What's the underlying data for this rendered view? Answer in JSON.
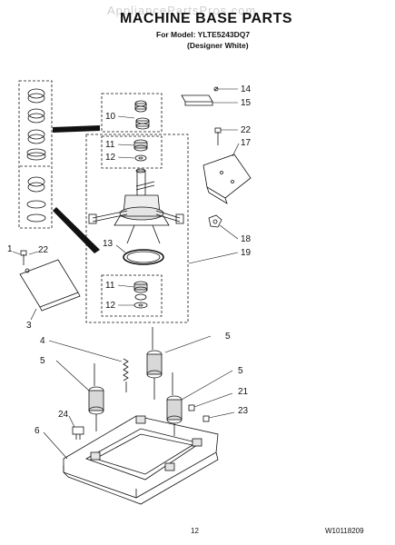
{
  "header": {
    "watermark": "AppliancePartsPros.com",
    "title": "MACHINE BASE PARTS",
    "model_line": "For Model: YLTE5243DQ7",
    "variant_line": "(Designer White)"
  },
  "callouts": [
    {
      "id": "callout-1",
      "label": "1"
    },
    {
      "id": "callout-22a",
      "label": "22"
    },
    {
      "id": "callout-3",
      "label": "3"
    },
    {
      "id": "callout-4",
      "label": "4"
    },
    {
      "id": "callout-5a",
      "label": "5"
    },
    {
      "id": "callout-5b",
      "label": "5"
    },
    {
      "id": "callout-5c",
      "label": "5"
    },
    {
      "id": "callout-6",
      "label": "6"
    },
    {
      "id": "callout-24",
      "label": "24"
    },
    {
      "id": "callout-10",
      "label": "10"
    },
    {
      "id": "callout-11a",
      "label": "11"
    },
    {
      "id": "callout-12a",
      "label": "12"
    },
    {
      "id": "callout-13",
      "label": "13"
    },
    {
      "id": "callout-11b",
      "label": "11"
    },
    {
      "id": "callout-12b",
      "label": "12"
    },
    {
      "id": "callout-14",
      "label": "14"
    },
    {
      "id": "callout-15",
      "label": "15"
    },
    {
      "id": "callout-22b",
      "label": "22"
    },
    {
      "id": "callout-17",
      "label": "17"
    },
    {
      "id": "callout-18",
      "label": "18"
    },
    {
      "id": "callout-19",
      "label": "19"
    },
    {
      "id": "callout-21",
      "label": "21"
    },
    {
      "id": "callout-23",
      "label": "23"
    }
  ],
  "footer": {
    "page_number": "12",
    "document_number": "W10118209"
  }
}
